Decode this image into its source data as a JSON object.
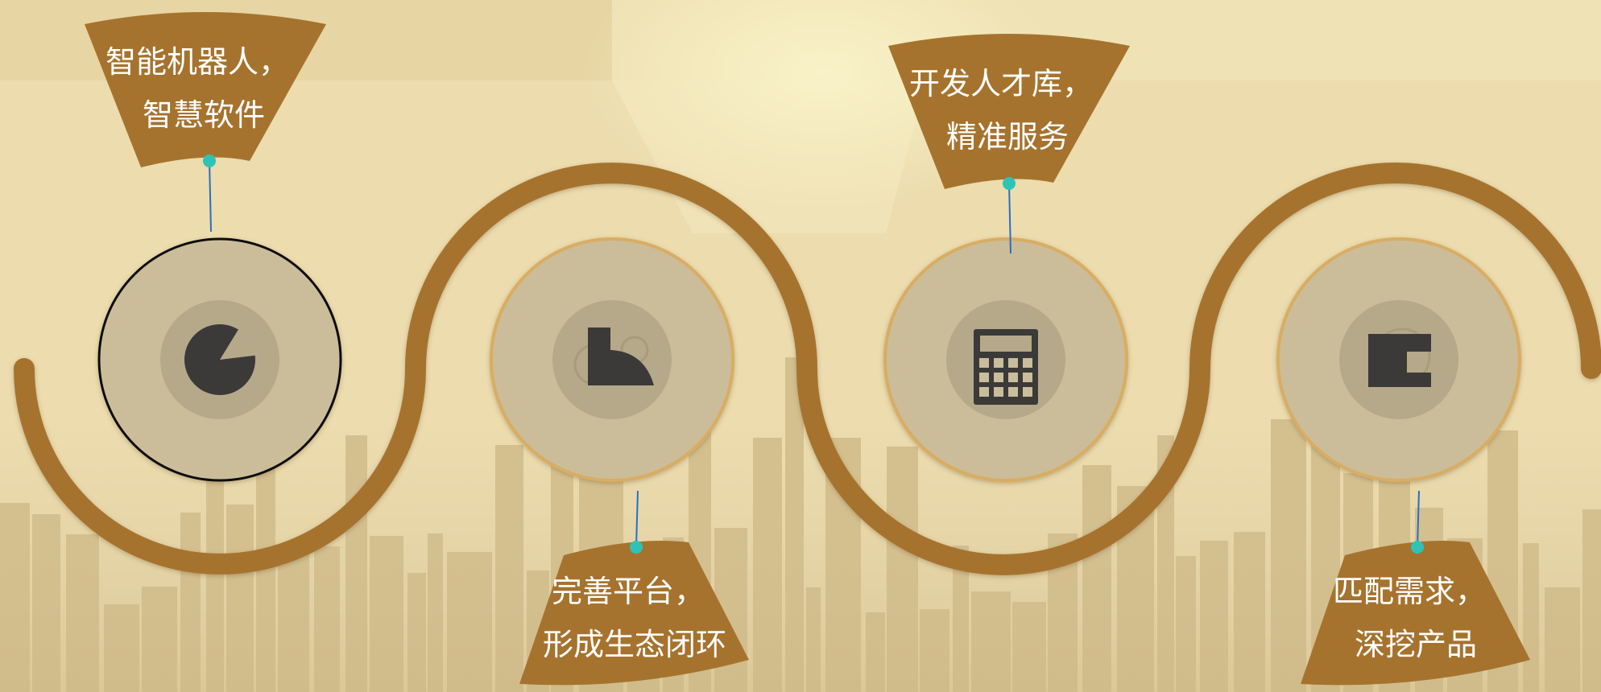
{
  "colors": {
    "background": "#ecdcae",
    "highlight": "#f6edc0",
    "wave": "#a6732e",
    "banner": "#a6732e",
    "circle_fill": "#cbbd99",
    "circle_ring": "#d9ad62",
    "circle_ring_active": "#111111",
    "icon_disc": "#b5a98a",
    "icon": "#3b3a38",
    "pin": "#2ec3b7",
    "pin_line": "#2a6fc2",
    "label_text": "#ffffff"
  },
  "steps": [
    {
      "id": "step-1",
      "icon": "pie-chart-icon",
      "active": true,
      "lines": [
        "智能机器人，",
        "智慧软件"
      ]
    },
    {
      "id": "step-2",
      "icon": "gear-chart-icon",
      "active": false,
      "lines": [
        "完善平台，",
        "形成生态闭环"
      ]
    },
    {
      "id": "step-3",
      "icon": "calculator-icon",
      "active": false,
      "lines": [
        "开发人才库，",
        "精准服务"
      ]
    },
    {
      "id": "step-4",
      "icon": "puzzle-icon",
      "active": false,
      "lines": [
        "匹配需求，",
        "深挖产品"
      ]
    }
  ]
}
